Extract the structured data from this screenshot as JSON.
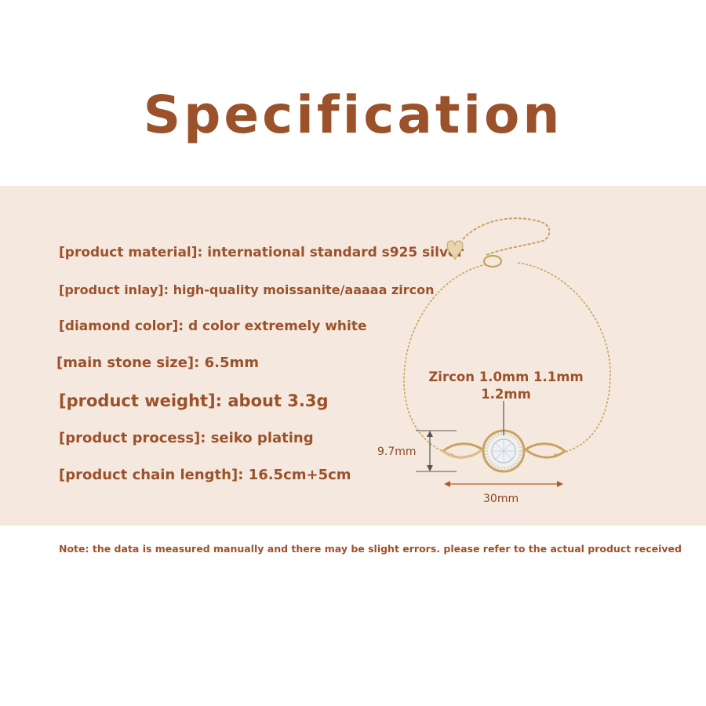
{
  "title": "Specification",
  "specs": [
    "[product material]: international standard s925 silver",
    "[product inlay]: high-quality moissanite/aaaaa zircon",
    "[diamond color]: d color extremely white",
    "[main stone size]: 6.5mm",
    "[product weight]: about 3.3g",
    "[product process]: seiko plating",
    "[product chain length]: 16.5cm+5cm"
  ],
  "diagram": {
    "zircon_line1": "Zircon 1.0mm 1.1mm",
    "zircon_line2": "1.2mm",
    "height_label": "9.7mm",
    "width_label": "30mm"
  },
  "note": "Note: the data is measured manually and there may be slight errors. please refer to the actual product received",
  "colors": {
    "accent": "#9b522b",
    "band_background": "#f5e9df",
    "gold": "#c9a35e"
  }
}
